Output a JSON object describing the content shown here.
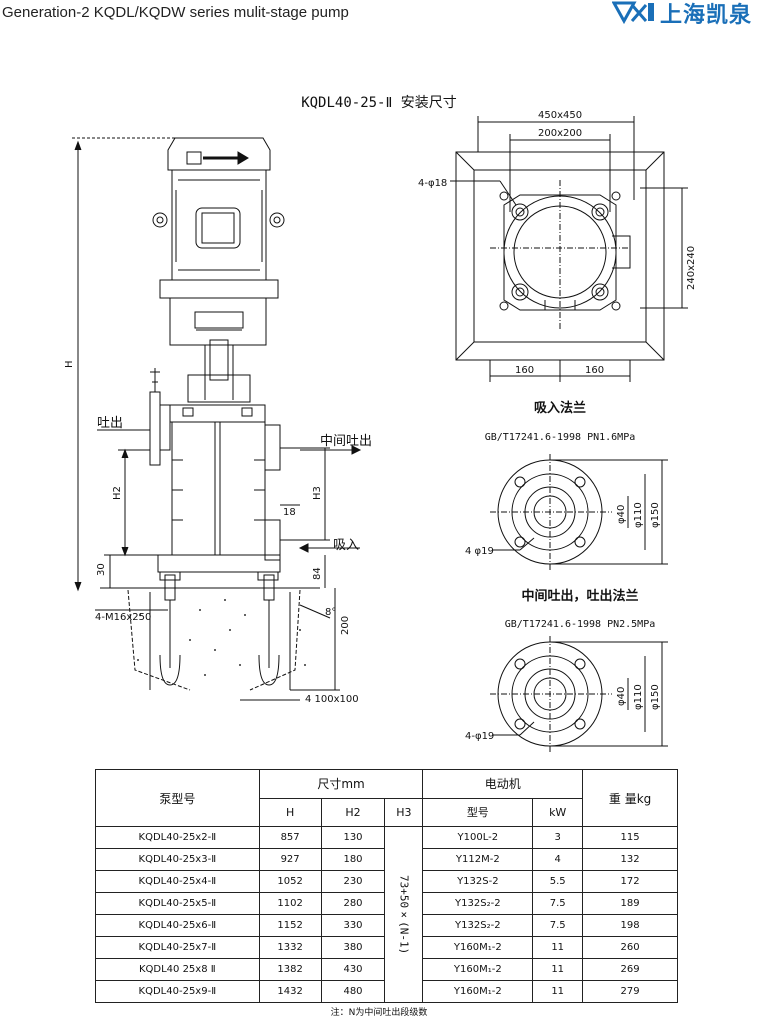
{
  "header": {
    "title": "Generation-2 KQDL/KQDW series mulit-stage pump"
  },
  "logo": {
    "text": "上海凯泉"
  },
  "diagram_title": "KQDL40-25-Ⅱ 安装尺寸",
  "pump_drawing": {
    "labels": {
      "discharge": "吐出",
      "mid_discharge": "中间吐出",
      "suction": "吸入",
      "H": "H",
      "H2": "H2",
      "H3": "H3",
      "dim_30": "30",
      "dim_18": "18",
      "dim_84": "84",
      "dim_200": "200",
      "angle": "8°",
      "bolts": "4-M16x250",
      "pocket": "4 100x100"
    }
  },
  "base_plate": {
    "labels": {
      "outer": "450x450",
      "inner": "200x200",
      "holes": "4-φ18",
      "side": "240x240",
      "left_half": "160",
      "right_half": "160"
    }
  },
  "suction_flange": {
    "title": "吸入法兰",
    "standard": "GB/T17241.6-1998 PN1.6MPa",
    "d_inner": "φ40",
    "d_mid": "φ110",
    "d_outer": "φ150",
    "holes": "4 φ19"
  },
  "discharge_flange": {
    "title": "中间吐出，吐出法兰",
    "standard": "GB/T17241.6-1998 PN2.5MPa",
    "d_inner": "φ40",
    "d_mid": "φ110",
    "d_outer": "φ150",
    "holes": "4-φ19"
  },
  "table": {
    "headers": {
      "model": "泵型号",
      "dims": "尺寸mm",
      "H": "H",
      "H2": "H2",
      "H3": "H3",
      "motor": "电动机",
      "motor_model": "型号",
      "kw": "kW",
      "weight": "重 量kg"
    },
    "h3_formula": "73+50×(N-1)",
    "rows": [
      {
        "model": "KQDL40-25x2-Ⅱ",
        "H": "857",
        "H2": "130",
        "motor": "Y100L-2",
        "kw": "3",
        "weight": "115"
      },
      {
        "model": "KQDL40-25x3-Ⅱ",
        "H": "927",
        "H2": "180",
        "motor": "Y112M-2",
        "kw": "4",
        "weight": "132"
      },
      {
        "model": "KQDL40-25x4-Ⅱ",
        "H": "1052",
        "H2": "230",
        "motor": "Y132S-2",
        "kw": "5.5",
        "weight": "172"
      },
      {
        "model": "KQDL40-25x5-Ⅱ",
        "H": "1102",
        "H2": "280",
        "motor": "Y132S₂-2",
        "kw": "7.5",
        "weight": "189"
      },
      {
        "model": "KQDL40-25x6-Ⅱ",
        "H": "1152",
        "H2": "330",
        "motor": "Y132S₂-2",
        "kw": "7.5",
        "weight": "198"
      },
      {
        "model": "KQDL40-25x7-Ⅱ",
        "H": "1332",
        "H2": "380",
        "motor": "Y160M₁-2",
        "kw": "11",
        "weight": "260"
      },
      {
        "model": "KQDL40 25x8 Ⅱ",
        "H": "1382",
        "H2": "430",
        "motor": "Y160M₁-2",
        "kw": "11",
        "weight": "269"
      },
      {
        "model": "KQDL40-25x9-Ⅱ",
        "H": "1432",
        "H2": "480",
        "motor": "Y160M₁-2",
        "kw": "11",
        "weight": "279"
      }
    ]
  },
  "note": "注：N为中间吐出段级数"
}
